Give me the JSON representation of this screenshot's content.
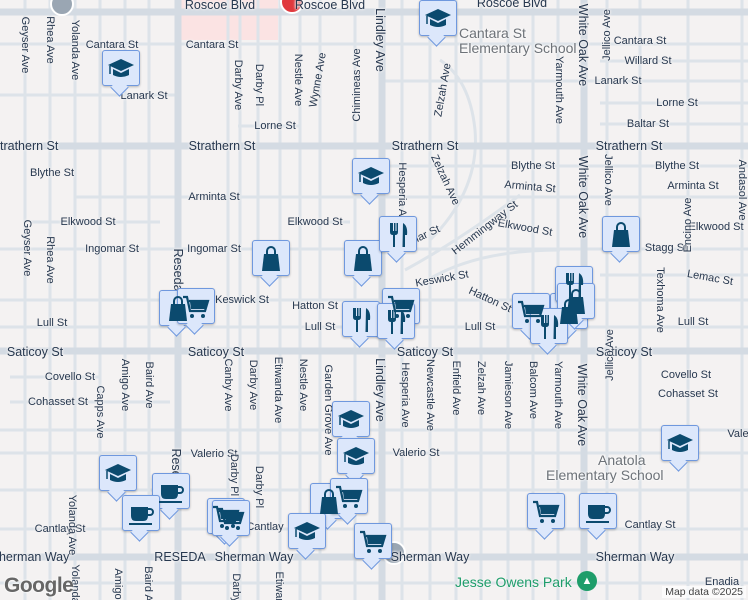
{
  "map": {
    "colors": {
      "background": "#f4f2f2",
      "road": "#d7dee6",
      "marker_fill": "#dce7fb",
      "marker_border": "#6f98de",
      "icon": "#0b4a6e",
      "park": "#1e9d6a",
      "poi_text": "#6d7278"
    },
    "street_labels": [
      "Roscoe Blvd",
      "Roscoe Blvd",
      "Roscoe Blvd",
      "Cantara St",
      "Cantara St",
      "Cantara St",
      "Willard St",
      "Lanark St",
      "Lanark St",
      "Lorne St",
      "Lorne St",
      "Baltar St",
      "Strathern St",
      "Strathern St",
      "Strathern St",
      "Strathern St",
      "Blythe St",
      "Blythe St",
      "Blythe St",
      "Arminta St",
      "Arminta St",
      "Arminta St",
      "Elkwood St",
      "Elkwood St",
      "Elkwood St",
      "Elkwood St",
      "Ingomar St",
      "Ingomar St",
      "Ingomar St",
      "Stagg St",
      "Hemmingway St",
      "Lemac St",
      "Hatton St",
      "Hatton St",
      "Keswick St",
      "Keswick St",
      "Lull St",
      "Lull St",
      "Lull St",
      "Lull St",
      "Saticoy St",
      "Saticoy St",
      "Saticoy St",
      "Saticoy St",
      "Covello St",
      "Covello St",
      "Cohasset St",
      "Cohasset St",
      "Valerio St",
      "Valerio St",
      "Vale",
      "Cantlay St",
      "Cantlay",
      "Cantlay St",
      "Sherman Way",
      "RESEDA",
      "Sherman Way",
      "Sherman Way",
      "Sherman Way",
      "Enadia",
      "Geyser Ave",
      "Rhea Ave",
      "Yolanda Ave",
      "Darby Ave",
      "Darby Pl",
      "Nestle Ave",
      "Wynne Ave",
      "Chimineas Ave",
      "Lindley Ave",
      "Zelzah Ave",
      "Yarmouth Ave",
      "White Oak Ave",
      "Jellico Ave",
      "Hesperia Ave",
      "Zelzah Ave",
      "White Oak Ave",
      "Jellico Ave",
      "Encino Ave",
      "Andasol Ave",
      "Texhoma Ave",
      "Geyser Ave",
      "Rhea Ave",
      "Reseda",
      "Amigo Ave",
      "Baird Ave",
      "Capps Ave",
      "Canby Ave",
      "Darby Ave",
      "Etiwanda Ave",
      "Nestle Ave",
      "Garden Grove Ave",
      "Lindley Ave",
      "Hesperia Ave",
      "Newcastle Ave",
      "Enfield Ave",
      "Zelzah Ave",
      "Jamieson Ave",
      "Balcom Ave",
      "Yarmouth Ave",
      "White Oak Ave",
      "Jellico Ave",
      "Yolanda Ave",
      "Darby Pl",
      "Darby Pl",
      "Reseda",
      "Amigo",
      "Baird A",
      "Yolanda",
      "Darby",
      "Etiwan"
    ],
    "poi": {
      "cantara_school": [
        "Cantara St",
        "Elementary School"
      ],
      "anatola_school": [
        "Anatola",
        "Elementary School"
      ],
      "park": "Jesse Owens Park"
    },
    "markers": [
      "school",
      "school",
      "school",
      "shopping-bag",
      "shopping-bag",
      "restaurant",
      "shopping-bag",
      "shopping-cart",
      "restaurant",
      "restaurant",
      "shopping-bag",
      "shopping-cart",
      "shopping-bag",
      "restaurant",
      "shopping-cart",
      "shopping-bag",
      "restaurant",
      "school",
      "school",
      "school",
      "coffee",
      "coffee",
      "shopping-cart",
      "shopping-cart",
      "shopping-bag",
      "school",
      "shopping-cart",
      "shopping-cart",
      "coffee",
      "school"
    ],
    "logo": "Google",
    "attribution": "Map data ©2025"
  }
}
